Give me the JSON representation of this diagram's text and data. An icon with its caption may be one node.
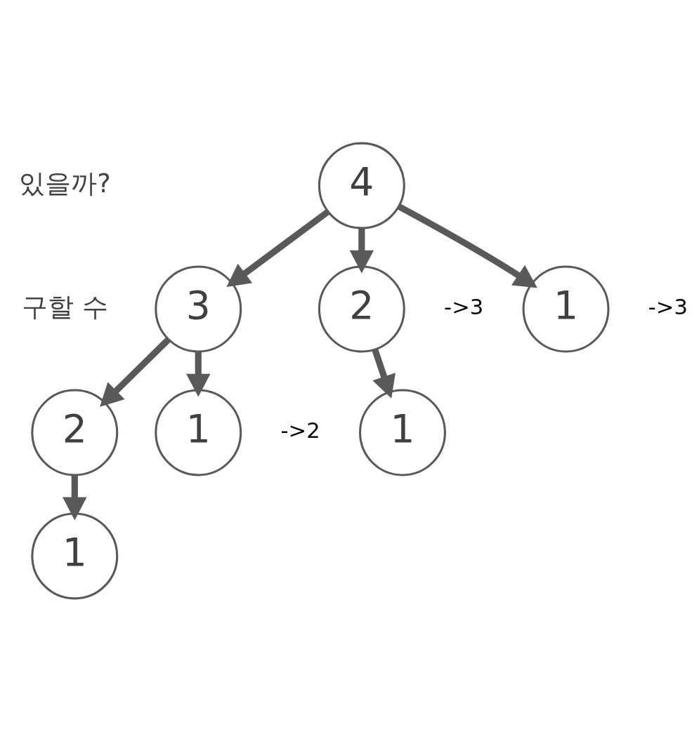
{
  "diagram": {
    "nodes": [
      {
        "text": [
          "4"
        ]
      },
      {
        "text": [
          "3"
        ]
      },
      {
        "text": [
          "2"
        ],
        "beside": [
          "->3"
        ]
      },
      {
        "text": [
          "1"
        ],
        "beside": [
          "->3"
        ]
      },
      {
        "text": [
          "2"
        ]
      },
      {
        "text": [
          "1"
        ],
        "beside": [
          "->2"
        ]
      },
      {
        "text": [
          "1"
        ]
      },
      {
        "text": [
          "1"
        ]
      }
    ],
    "edges": [
      {
        "from": 0,
        "to": 1,
        "arrow": "to"
      },
      {
        "from": 0,
        "to": 2,
        "arrow": "to"
      },
      {
        "from": 0,
        "to": 3,
        "arrow": "to"
      },
      {
        "from": 1,
        "to": 4,
        "arrow": "to"
      },
      {
        "from": 1,
        "to": 5,
        "arrow": "to"
      },
      {
        "from": 2,
        "to": 6,
        "arrow": "to"
      },
      {
        "from": 4,
        "to": 7,
        "arrow": "to"
      }
    ],
    "labels": [
      "있을까?",
      "구할 수"
    ]
  }
}
